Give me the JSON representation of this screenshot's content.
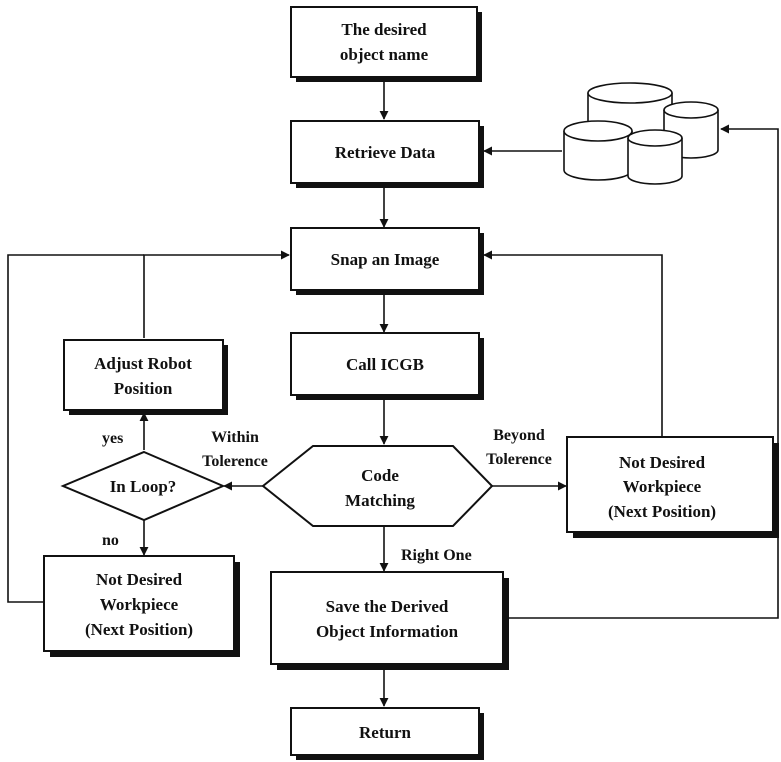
{
  "nodes": {
    "start": [
      "The desired",
      "object name"
    ],
    "retrieve": [
      "Retrieve Data"
    ],
    "snap": [
      "Snap an Image"
    ],
    "call": [
      "Call ICGB"
    ],
    "adjust": [
      "Adjust Robot",
      "Position"
    ],
    "match": [
      "Code",
      "Matching"
    ],
    "loop": [
      "In Loop?"
    ],
    "not_left": [
      "Not Desired",
      "Workpiece",
      "(Next Position)"
    ],
    "not_right": [
      "Not Desired",
      "Workpiece",
      "(Next Position)"
    ],
    "save": [
      "Save the Derived",
      "Object Information"
    ],
    "ret": [
      "Return"
    ]
  },
  "edges": {
    "yes": "yes",
    "no": "no",
    "within": [
      "Within",
      "Tolerence"
    ],
    "beyond": [
      "Beyond",
      "Tolerence"
    ],
    "right_one": "Right One"
  },
  "colors": {
    "ink": "#111111",
    "paper": "#ffffff"
  }
}
